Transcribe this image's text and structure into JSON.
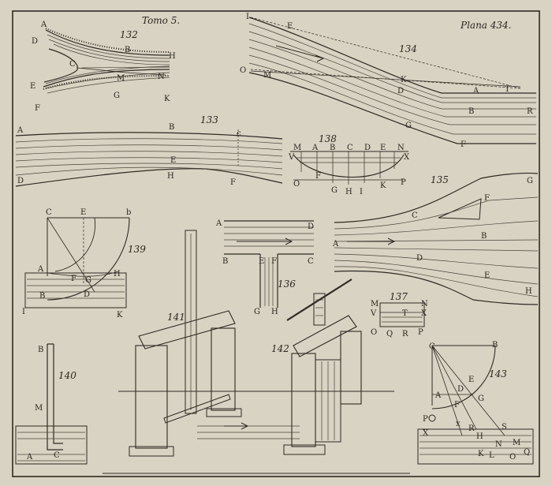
{
  "header": {
    "volume": "Tomo 5.",
    "plate": "Plana 434."
  },
  "figures": {
    "f132": {
      "number": "132",
      "labels": [
        "A",
        "D",
        "B",
        "H",
        "C",
        "M",
        "N",
        "E",
        "F",
        "G",
        "K"
      ]
    },
    "f133": {
      "number": "133",
      "labels": [
        "A",
        "B",
        "c",
        "E",
        "D",
        "H",
        "F"
      ]
    },
    "f134": {
      "number": "134",
      "labels": [
        "I",
        "E",
        "O",
        "M",
        "K",
        "D",
        "A",
        "T",
        "B",
        "R",
        "G",
        "F"
      ]
    },
    "f135": {
      "number": "135",
      "labels": [
        "G",
        "F",
        "C",
        "A",
        "B",
        "D",
        "E",
        "H"
      ]
    },
    "f136": {
      "number": "136",
      "labels": [
        "A",
        "D",
        "B",
        "E",
        "F",
        "C",
        "G",
        "H"
      ]
    },
    "f137": {
      "number": "137",
      "labels": [
        "M",
        "N",
        "V",
        "T",
        "X",
        "O",
        "Q",
        "R",
        "P"
      ]
    },
    "f138": {
      "number": "138",
      "labels": [
        "M",
        "A",
        "B",
        "C",
        "D",
        "E",
        "N",
        "V",
        "X",
        "O",
        "F",
        "G",
        "H",
        "I",
        "K",
        "P"
      ]
    },
    "f139": {
      "number": "139",
      "labels": [
        "C",
        "E",
        "b",
        "A",
        "F",
        "G",
        "H",
        "B",
        "D",
        "I",
        "K"
      ]
    },
    "f140": {
      "number": "140",
      "labels": [
        "B",
        "M",
        "A",
        "C"
      ]
    },
    "f141": {
      "number": "141"
    },
    "f142": {
      "number": "142"
    },
    "f143": {
      "number": "143",
      "labels": [
        "C",
        "B",
        "A",
        "D",
        "E",
        "F",
        "G",
        "P",
        "x",
        "X",
        "R",
        "S",
        "H",
        "N",
        "M",
        "K",
        "L",
        "O",
        "Q"
      ]
    }
  },
  "colors": {
    "paper": "#d9d3c3",
    "ink": "#2e2a24"
  }
}
